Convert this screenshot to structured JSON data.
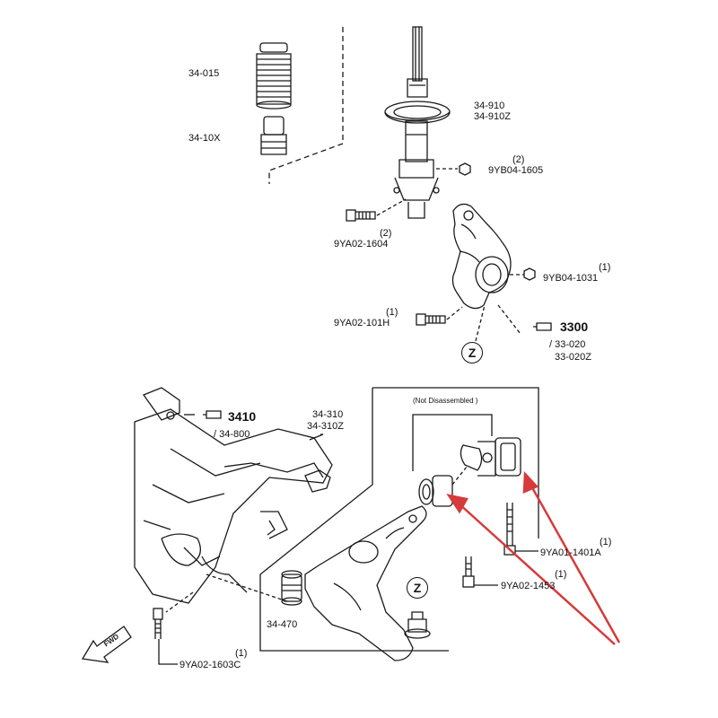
{
  "labels": {
    "dust_boot": "34-015",
    "bump_stop": "34-10X",
    "strut_a": "34-910",
    "strut_b": "34-910Z",
    "nut_top_qty": "(2)",
    "nut_top": "9YB04-1605",
    "bolt_strut_qty": "(2)",
    "bolt_strut": "9YA02-1604",
    "nut_knuckle_qty": "(1)",
    "nut_knuckle": "9YB04-1031",
    "bolt_knuckle_qty": "(1)",
    "bolt_knuckle": "9YA02-101H",
    "ref_3300": "3300",
    "ref_33020": "/ 33-020",
    "ref_33020z": "33-020Z",
    "z_top": "Z",
    "arm_a": "34-310",
    "arm_b": "34-310Z",
    "not_disassembled": "(Not Disassembled )",
    "ref_3410": "3410",
    "ref_34800": "/ 34-800",
    "bolt_rear_qty": "(1)",
    "bolt_rear": "9YA01-1401A",
    "bolt_mid_qty": "(1)",
    "bolt_mid": "9YA02-1453",
    "bushing_front": "34-470",
    "z_bottom": "Z",
    "bolt_front_qty": "(1)",
    "bolt_front": "9YA02-1603C",
    "fwd": "FWD"
  },
  "colors": {
    "line": "#1a1a1a",
    "pointer_arrow": "#d63a3a",
    "background": "#ffffff"
  }
}
